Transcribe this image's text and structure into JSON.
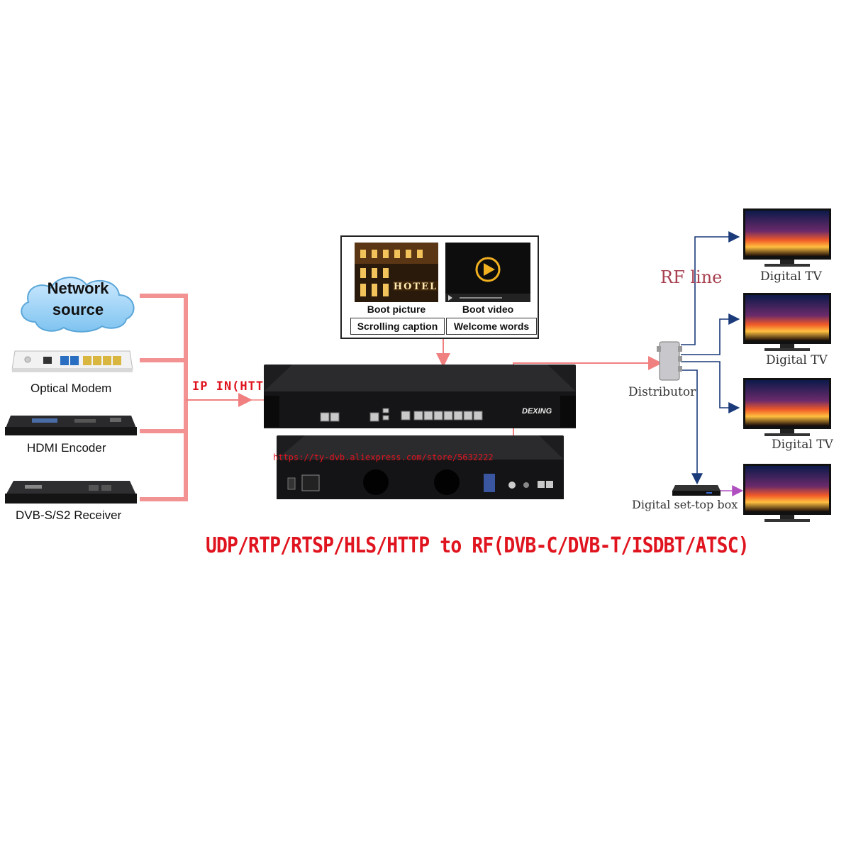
{
  "sources": {
    "network_source": [
      "Network",
      "source"
    ],
    "optical_modem": "Optical Modem",
    "hdmi_encoder": "HDMI Encoder",
    "dvb_receiver": "DVB-S/S2 Receiver"
  },
  "ip_in_label": "IP IN(HTTP/RTSP/RTP/UDP/HLS)",
  "features": {
    "boot_picture": "Boot picture",
    "boot_video": "Boot video",
    "scrolling_caption": "Scrolling caption",
    "welcome_words": "Welcome words",
    "hotel_sign": "HOTEL"
  },
  "device": {
    "brand": "DEXING",
    "store_url": "https://ty-dvb.aliexpress.com/store/5632222"
  },
  "rf_line_label": "RF line",
  "distributor_label": "Distributor",
  "outputs": {
    "tv_1": "Digital TV",
    "tv_2": "Digital TV",
    "tv_3": "Digital TV",
    "set_top_box": "Digital set-top box"
  },
  "headline": "UDP/RTP/RTSP/HLS/HTTP to RF(DVB-C/DVB-T/ISDBT/ATSC)",
  "colors": {
    "signal_line": "#f08080",
    "headline": "#e0141e",
    "rf_line": "#1a3a7a"
  }
}
